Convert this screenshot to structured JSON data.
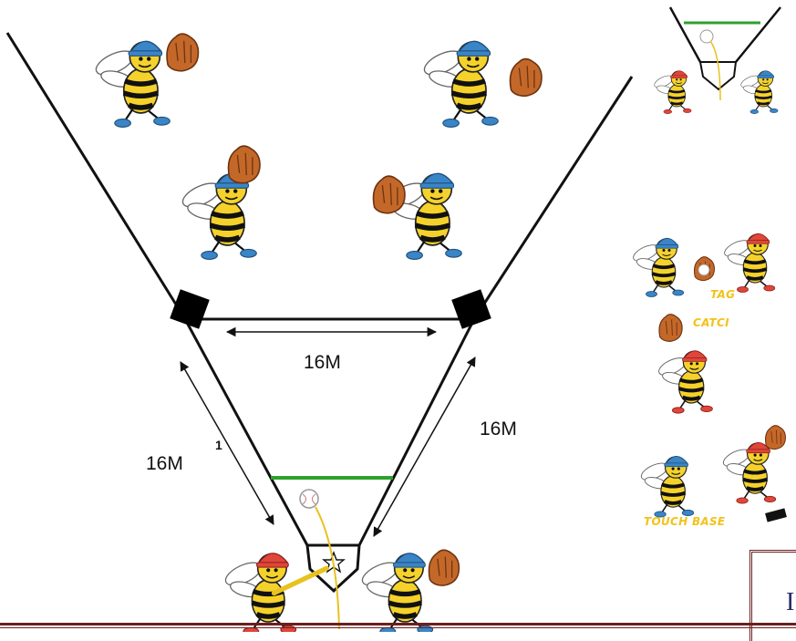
{
  "dimensions": {
    "top_side": "16M",
    "left_side": "16M",
    "right_side": "16M"
  },
  "stray_mark": "1",
  "side_panel": {
    "captions": {
      "tag": "TAG",
      "catch": "CATCI",
      "touch_base": "TOUCH BASE"
    }
  },
  "page_corner_letter": "I",
  "colors": {
    "field_line": "#111111",
    "pitch_line": "#2ea02e",
    "caption": "#f2c21b",
    "cap_blue": "#3a85c6",
    "cap_red": "#e0463a",
    "glove": "#c4682a",
    "bee_body": "#f5d22b",
    "border": "#6b1e1e"
  }
}
